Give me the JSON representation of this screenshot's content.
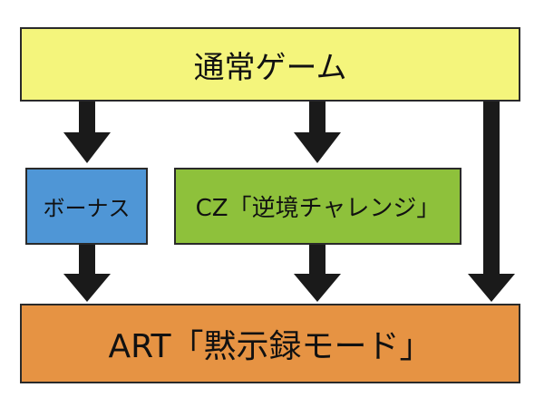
{
  "diagram": {
    "boxes": {
      "normal_game": {
        "label": "通常ゲーム",
        "color": "#f4f57c"
      },
      "bonus": {
        "label": "ボーナス",
        "color": "#4f96d6"
      },
      "cz": {
        "label": "CZ「逆境チャレンジ」",
        "color": "#8ec13b"
      },
      "art": {
        "label": "ART「黙示録モード」",
        "color": "#e69343"
      }
    },
    "edges": [
      {
        "from": "通常ゲーム",
        "to": "ボーナス"
      },
      {
        "from": "通常ゲーム",
        "to": "CZ「逆境チャレンジ」"
      },
      {
        "from": "通常ゲーム",
        "to": "ART「黙示録モード」"
      },
      {
        "from": "ボーナス",
        "to": "ART「黙示録モード」"
      },
      {
        "from": "CZ「逆境チャレンジ」",
        "to": "ART「黙示録モード」"
      }
    ],
    "arrow_color": "#1a1a1a"
  }
}
